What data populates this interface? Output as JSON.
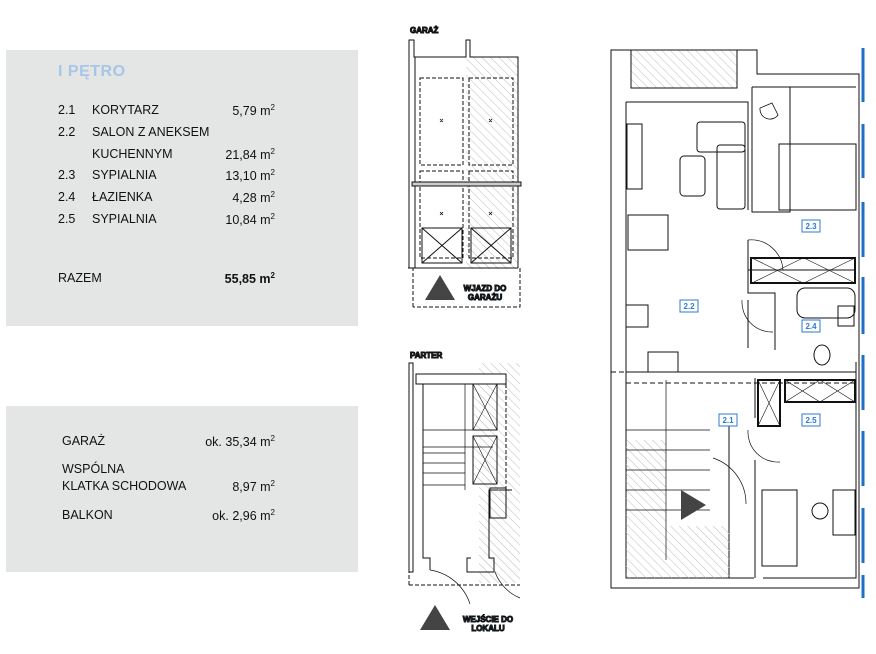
{
  "floor_summary": {
    "title": "I PĘTRO",
    "rooms": [
      {
        "number": "2.1",
        "name": "KORYTARZ",
        "area": "5,79 m"
      },
      {
        "number": "2.2",
        "name": "SALON Z ANEKSEM",
        "name_line2": "KUCHENNYM",
        "area": "21,84 m"
      },
      {
        "number": "2.3",
        "name": "SYPIALNIA",
        "area": "13,10 m"
      },
      {
        "number": "2.4",
        "name": "ŁAZIENKA",
        "area": "4,28 m"
      },
      {
        "number": "2.5",
        "name": "SYPIALNIA",
        "area": "10,84 m"
      }
    ],
    "total_label": "RAZEM",
    "total_area": "55,85 m",
    "unit_sup": "2"
  },
  "extras": {
    "items": [
      {
        "name": "GARAŻ",
        "area": "ok. 35,34 m"
      },
      {
        "name": "WSPÓLNA",
        "name_line2": "KLATKA SCHODOWA",
        "area": "8,97 m"
      },
      {
        "name": "BALKON",
        "area": "ok. 2,96 m"
      }
    ]
  },
  "plans": {
    "garage_label": "GARAŻ",
    "garage_entry_line1": "WJAZD DO",
    "garage_entry_line2": "GARAŻU",
    "ground_label": "PARTER",
    "ground_entry_line1": "WEJŚCIE DO",
    "ground_entry_line2": "LOKALU",
    "room_labels": [
      "2.1",
      "2.2",
      "2.3",
      "2.4",
      "2.5"
    ]
  },
  "colors": {
    "panel": "#e4e5e5",
    "title": "#a7c5e6",
    "accent": "#2b7bd0",
    "window": "#1f6fc4"
  }
}
